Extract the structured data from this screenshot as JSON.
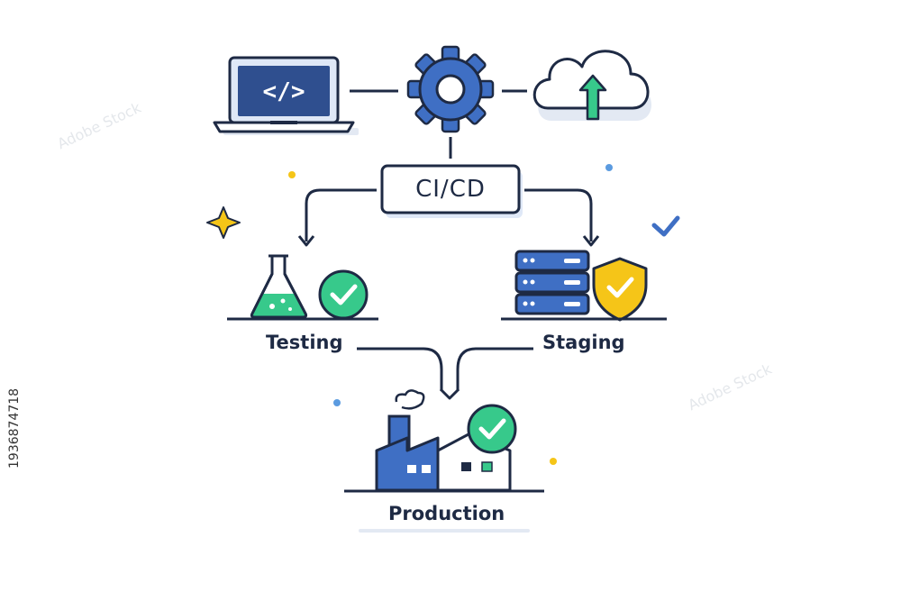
{
  "diagram": {
    "hub_label": "CI/CD",
    "code_glyph": "</>",
    "nodes": {
      "testing": "Testing",
      "staging": "Staging",
      "production": "Production"
    }
  },
  "watermark": {
    "stock_id": "1936874718",
    "logo_text": "Adobe Stock"
  },
  "colors": {
    "outline": "#1e2a44",
    "blue": "#3f6fc4",
    "light_blue": "#dfe8f7",
    "green": "#37c98b",
    "yellow": "#f5c518",
    "shadow": "#e3e9f3"
  },
  "icons": [
    "laptop-icon",
    "gear-icon",
    "cloud-upload-icon",
    "flask-icon",
    "server-icon",
    "shield-check-icon",
    "factory-icon",
    "check-circle-icon",
    "sparkle-icon",
    "checkmark-icon"
  ]
}
